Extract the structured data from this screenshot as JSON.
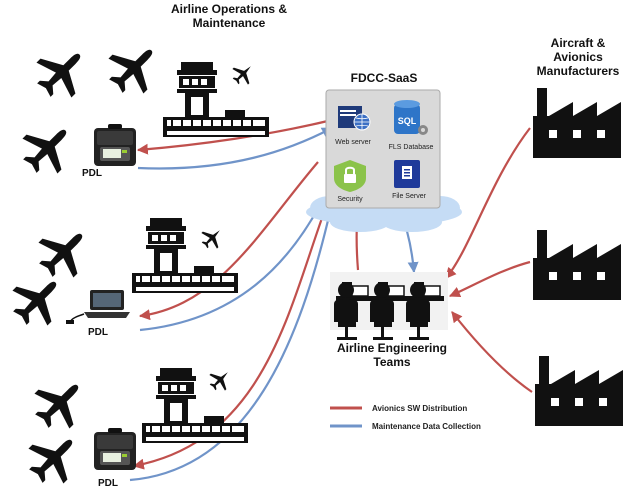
{
  "labels": {
    "airline_ops_line1": "Airline Operations &",
    "airline_ops_line2": "Maintenance",
    "fdcc": "FDCC-SaaS",
    "manuf_line1": "Aircraft &",
    "manuf_line2": "Avionics",
    "manuf_line3": "Manufacturers",
    "engineering_line1": "Airline Engineering",
    "engineering_line2": "Teams",
    "pdl": "PDL"
  },
  "servers": {
    "web_server": "Web server",
    "fls_database": "FLS Database",
    "security": "Security",
    "file_server": "File Server",
    "sql_badge": "SQL"
  },
  "legend": {
    "avionics": "Avionics SW Distribution",
    "maintenance": "Maintenance Data Collection"
  },
  "colors": {
    "avionics": "#c0504d",
    "maintenance": "#7094c9",
    "icon": "#111111",
    "cloud": "#c5dcf5",
    "saas_box": "#d9d9d9"
  }
}
